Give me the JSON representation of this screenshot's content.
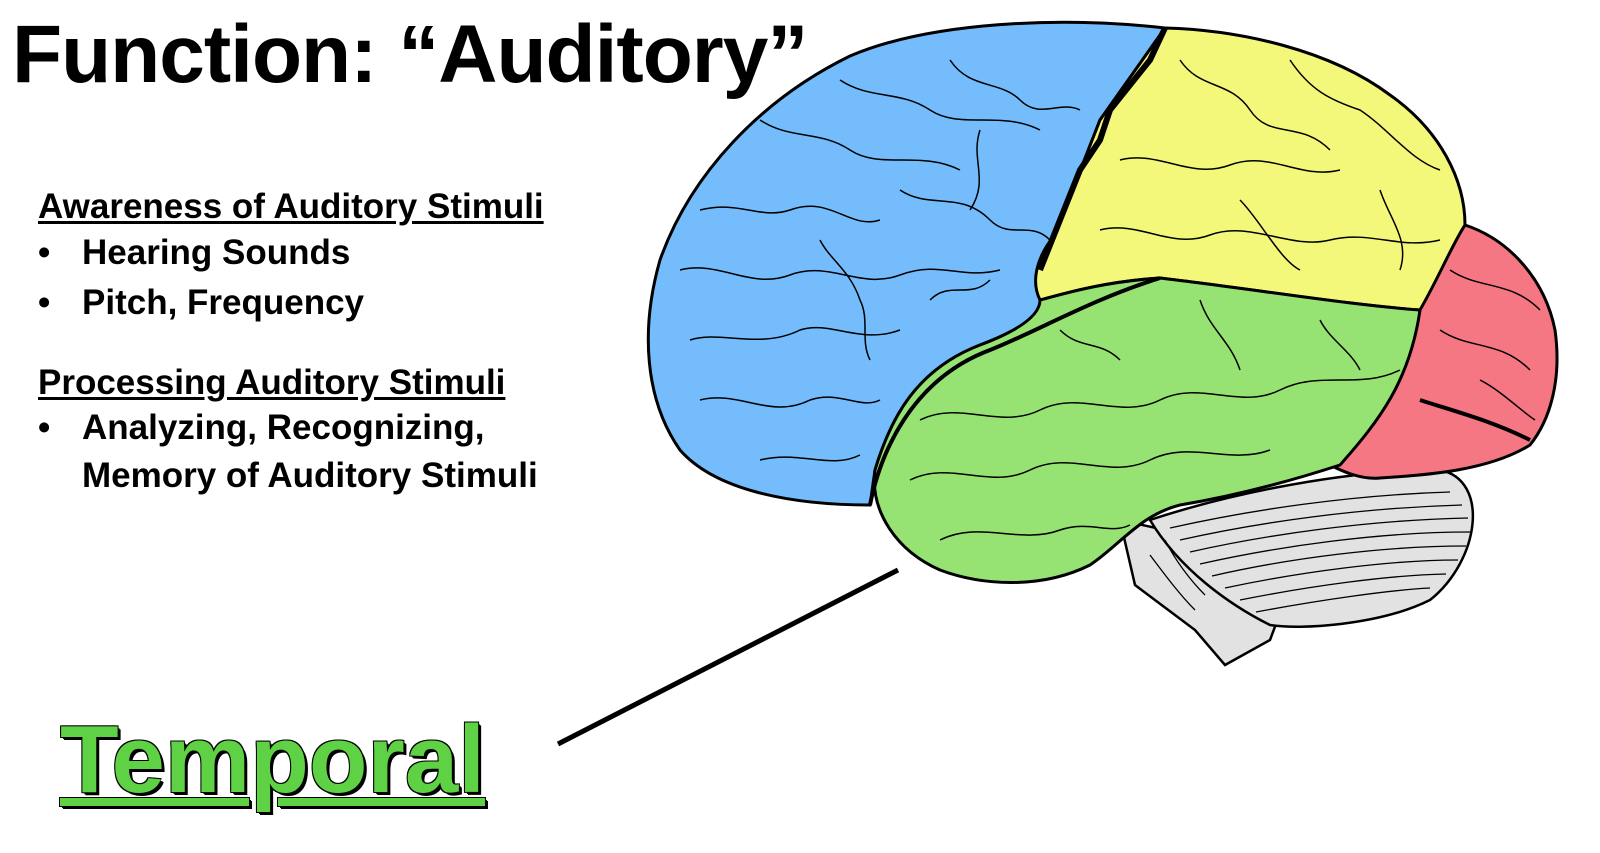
{
  "title": "Function: “Auditory”",
  "awareness": {
    "heading": "Awareness of Auditory Stimuli",
    "items": [
      "Hearing Sounds",
      "Pitch, Frequency"
    ]
  },
  "processing": {
    "heading": "Processing Auditory Stimuli",
    "items": [
      "Analyzing, Recognizing,\nMemory of Auditory Stimuli"
    ]
  },
  "lobe_label": "Temporal",
  "colors": {
    "frontal": "#74bcfb",
    "parietal": "#f4f87a",
    "temporal": "#96e373",
    "occipital": "#f57783",
    "cerebellum": "#e2e2e2",
    "label_green": "#5ed145"
  }
}
